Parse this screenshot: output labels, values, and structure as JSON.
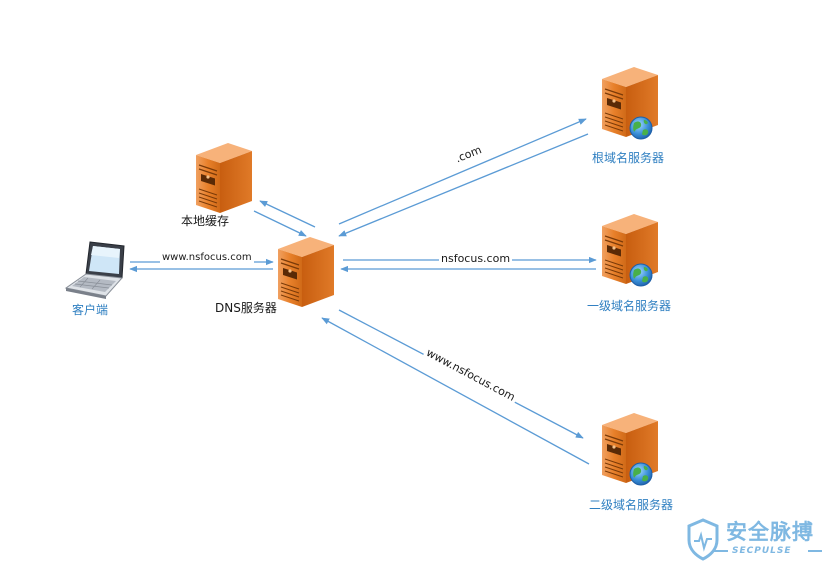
{
  "nodes": {
    "cache": {
      "label": "本地缓存",
      "icon": "server-icon"
    },
    "client": {
      "label": "客户端",
      "icon": "laptop-icon"
    },
    "dns": {
      "label": "DNS服务器",
      "icon": "server-icon"
    },
    "root": {
      "label": "根域名服务器",
      "icon": "server-globe-icon"
    },
    "tld": {
      "label": "一级域名服务器",
      "icon": "server-globe-icon"
    },
    "sld": {
      "label": "二级域名服务器",
      "icon": "server-globe-icon"
    }
  },
  "edges": {
    "client_dns": "www.nsfocus.com",
    "dns_root": ".com",
    "dns_tld": "nsfocus.com",
    "dns_sld": "www.nsfocus.com"
  },
  "watermark": {
    "title": "安全脉搏",
    "subtitle": "SECPULSE"
  },
  "colors": {
    "arrow": "#5b9bd5",
    "server_orange": "#e8802a",
    "label_blue": "#2f7fc1",
    "watermark": "#7fb8e2"
  }
}
